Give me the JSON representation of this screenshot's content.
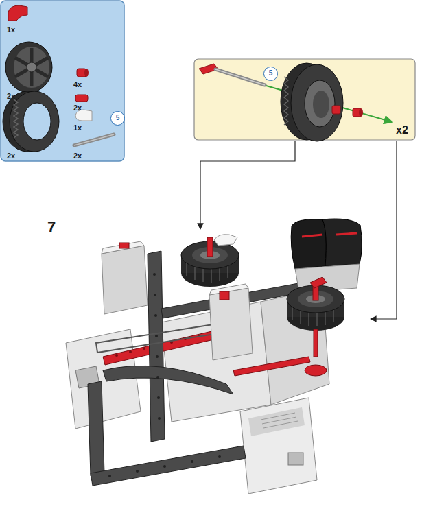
{
  "diagram": {
    "nodes": [
      {
        "text": [
          "1x",
          "2x",
          "2x",
          "4x",
          "2x",
          "1x",
          "2x"
        ]
      },
      {
        "text": [
          "5"
        ],
        "in": 0
      },
      {
        "text": [
          "x2"
        ]
      },
      {
        "text": [
          "5"
        ],
        "in": 2
      }
    ],
    "labels": [
      "7"
    ]
  }
}
